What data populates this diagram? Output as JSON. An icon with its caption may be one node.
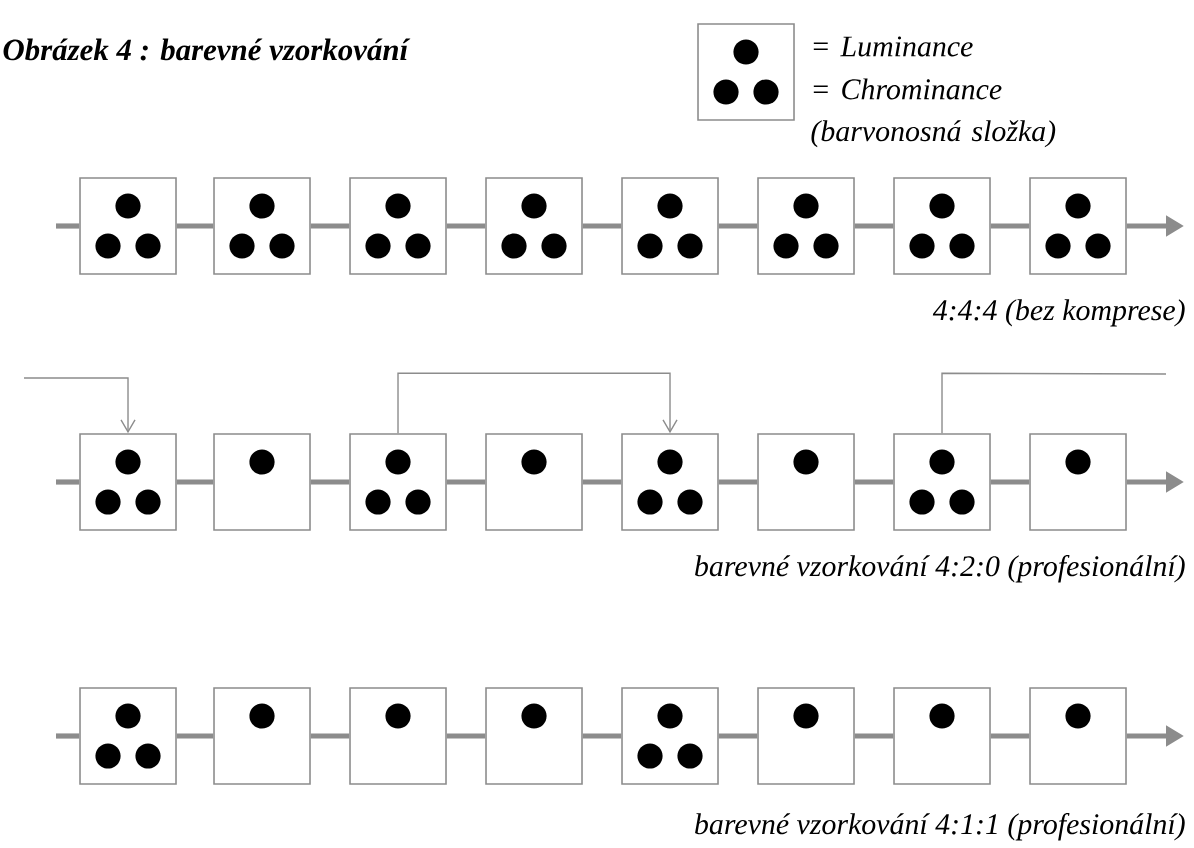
{
  "diagram": {
    "title": "Obrázek 4 : barevné vzorkování",
    "nodes": [
      {
        "text": [],
        "shape": "box"
      },
      {
        "text": [],
        "shape": "box"
      },
      {
        "text": [],
        "shape": "box"
      },
      {
        "text": [],
        "shape": "box"
      },
      {
        "text": [],
        "shape": "box"
      },
      {
        "text": [],
        "shape": "box"
      },
      {
        "text": [],
        "shape": "box"
      },
      {
        "text": [],
        "shape": "box"
      },
      {
        "text": [],
        "shape": "box"
      },
      {
        "text": [],
        "shape": "box"
      },
      {
        "text": [],
        "shape": "box"
      },
      {
        "text": [],
        "shape": "box"
      },
      {
        "text": [],
        "shape": "box"
      },
      {
        "text": [],
        "shape": "box"
      },
      {
        "text": [],
        "shape": "box"
      },
      {
        "text": [],
        "shape": "box"
      },
      {
        "text": [],
        "shape": "box"
      },
      {
        "text": [],
        "shape": "box"
      },
      {
        "text": [],
        "shape": "box"
      },
      {
        "text": [],
        "shape": "box"
      },
      {
        "text": [],
        "shape": "box"
      },
      {
        "text": [],
        "shape": "box"
      },
      {
        "text": [],
        "shape": "box"
      },
      {
        "text": [],
        "shape": "box"
      }
    ],
    "edges": [
      {
        "from": null,
        "to": 0,
        "arrow": "none"
      },
      {
        "from": 0,
        "to": 1,
        "arrow": "none"
      },
      {
        "from": 1,
        "to": 2,
        "arrow": "none"
      },
      {
        "from": 2,
        "to": 3,
        "arrow": "none"
      },
      {
        "from": 3,
        "to": 4,
        "arrow": "none"
      },
      {
        "from": 4,
        "to": 5,
        "arrow": "none"
      },
      {
        "from": 5,
        "to": 6,
        "arrow": "none"
      },
      {
        "from": 6,
        "to": 7,
        "arrow": "none"
      },
      {
        "from": 7,
        "to": null,
        "arrow": "to"
      },
      {
        "from": null,
        "to": 8,
        "arrow": "none"
      },
      {
        "from": 8,
        "to": 9,
        "arrow": "none"
      },
      {
        "from": 9,
        "to": 10,
        "arrow": "none"
      },
      {
        "from": 10,
        "to": 11,
        "arrow": "none"
      },
      {
        "from": 11,
        "to": 12,
        "arrow": "none"
      },
      {
        "from": 12,
        "to": 13,
        "arrow": "none"
      },
      {
        "from": 13,
        "to": 14,
        "arrow": "none"
      },
      {
        "from": 14,
        "to": 15,
        "arrow": "none"
      },
      {
        "from": 15,
        "to": null,
        "arrow": "to"
      },
      {
        "from": null,
        "to": 16,
        "arrow": "none"
      },
      {
        "from": 16,
        "to": 17,
        "arrow": "none"
      },
      {
        "from": 17,
        "to": 18,
        "arrow": "none"
      },
      {
        "from": 18,
        "to": 19,
        "arrow": "none"
      },
      {
        "from": 19,
        "to": 20,
        "arrow": "none"
      },
      {
        "from": 20,
        "to": 21,
        "arrow": "none"
      },
      {
        "from": 21,
        "to": 22,
        "arrow": "none"
      },
      {
        "from": 22,
        "to": 23,
        "arrow": "none"
      },
      {
        "from": 23,
        "to": null,
        "arrow": "to"
      },
      {
        "from": null,
        "to": 8,
        "arrow": "to"
      },
      {
        "from": 10,
        "to": 12,
        "arrow": "to"
      },
      {
        "from": 14,
        "to": null,
        "arrow": "none"
      }
    ],
    "labels": [
      "4:4:4 (bez komprese)",
      "barevné vzorkování 4:2:0 (profesionální)",
      "barevné vzorkování 4:1:1 (profesionální)"
    ],
    "legend": [
      {
        "text": "= Luminance"
      },
      {
        "text": "= Chrominance (barvonosná složka)"
      }
    ]
  }
}
